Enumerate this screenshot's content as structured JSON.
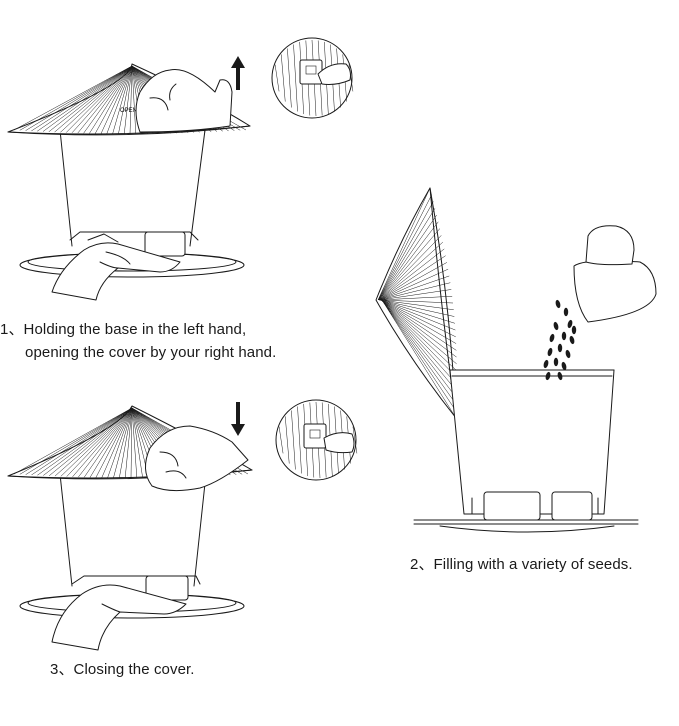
{
  "steps": [
    {
      "number": "1、",
      "line1": "Holding the base in the left hand,",
      "line2": "opening the cover by your right hand."
    },
    {
      "number": "2、",
      "line1": "Filling with a variety of seeds."
    },
    {
      "number": "3、",
      "line1": "Closing the cover."
    }
  ],
  "roof_label": "OPEN",
  "icons": {
    "step1_arrow": "arrow-up-icon",
    "step3_arrow": "arrow-down-icon"
  }
}
